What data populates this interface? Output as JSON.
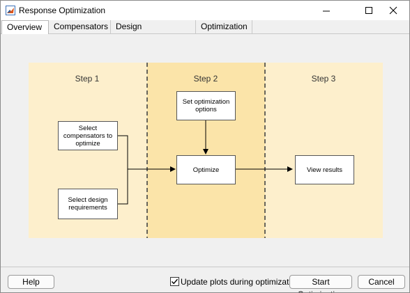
{
  "window": {
    "title": "Response Optimization"
  },
  "tabs": [
    {
      "label": "Overview",
      "active": true
    },
    {
      "label": "Compensators",
      "active": false
    },
    {
      "label": "Design Requirements",
      "active": false
    },
    {
      "label": "Optimization",
      "active": false
    }
  ],
  "diagram": {
    "steps": [
      "Step 1",
      "Step 2",
      "Step 3"
    ],
    "boxes": {
      "select_compensators": "Select compensators to optimize",
      "select_requirements": "Select design requirements",
      "set_options": "Set optimization options",
      "optimize": "Optimize",
      "view_results": "View results"
    },
    "colors": {
      "panel_light": "#fdefcc",
      "panel_dark": "#fbe4a9"
    }
  },
  "footer": {
    "help_label": "Help",
    "update_plots_label": "Update plots during optimization",
    "update_plots_checked": true,
    "start_label": "Start Optimization",
    "cancel_label": "Cancel"
  }
}
